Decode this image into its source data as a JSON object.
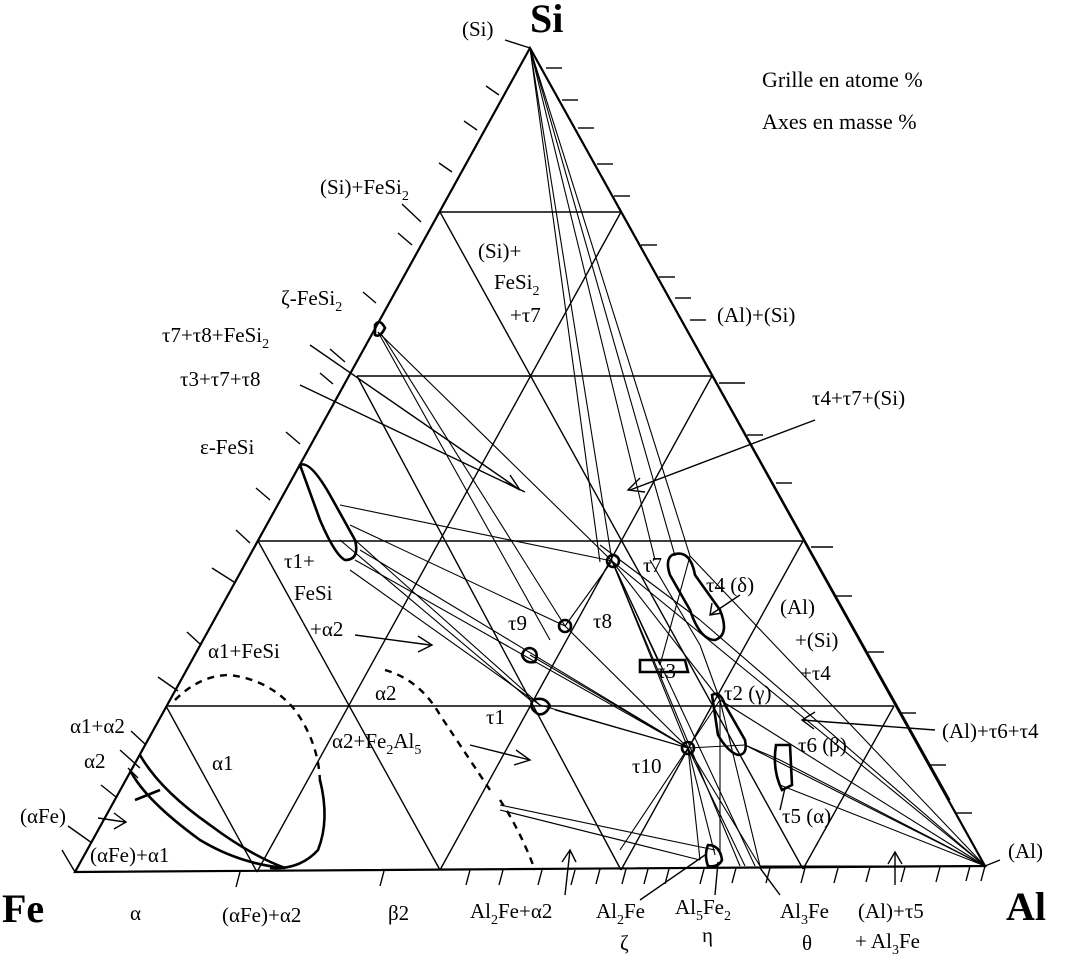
{
  "corners": {
    "si": "Si",
    "fe": "Fe",
    "al": "Al"
  },
  "notes": {
    "grid": "Grille en atome %",
    "axes": "Axes en masse %"
  },
  "labels": {
    "si_pure": "(Si)",
    "si_fesi2": "(Si)+FeSi",
    "si_fesi2_t7_a": "(Si)+",
    "si_fesi2_t7_b": "FeSi",
    "si_fesi2_t7_c": "+τ7",
    "al_si": "(Al)+(Si)",
    "zeta_fesi2": "ζ-FeSi",
    "t7_t8_fesi2": "τ7+τ8+FeSi",
    "t3_t7_t8": "τ3+τ7+τ8",
    "t4_t7_si": "τ4+τ7+(Si)",
    "eps_fesi": "ε-FeSi",
    "t1_fesi_a2_a": "τ1+",
    "t1_fesi_a2_b": "FeSi",
    "t1_fesi_a2_c": "+α2",
    "a1_fesi": "α1+FeSi",
    "t7": "τ7",
    "t4_delta": "τ4 (δ)",
    "t9": "τ9",
    "t8": "τ8",
    "al_si_t4_a": "(Al)",
    "al_si_t4_b": "+(Si)",
    "al_si_t4_c": "+τ4",
    "t3": "τ3",
    "a2_region": "α2",
    "t2_gamma": "τ2 (γ)",
    "a1_a2": "α1+α2",
    "t1": "τ1",
    "a2_left": "α2",
    "a1": "α1",
    "a2_fe2al5": "α2+Fe",
    "a2_fe2al5_sub": "2",
    "a2_fe2al5_mid": "Al",
    "a2_fe2al5_sub2": "5",
    "al_t6_t4": "(Al)+τ6+τ4",
    "t6_beta": "τ6 (β)",
    "t10": "τ10",
    "afe": "(αFe)",
    "t5_alpha": "τ5 (α)",
    "afe_a1": "(αFe)+α1",
    "al_pure": "(Al)",
    "bottom_alpha": "α",
    "bottom_afe_a2": "(αFe)+α2",
    "bottom_beta2": "β2",
    "bottom_al2fe_a2": "Al",
    "bottom_al2fe_a2_b": "Fe+α2",
    "bottom_al2fe": "Al",
    "bottom_al2fe_b": "Fe",
    "bottom_zeta": "ζ",
    "bottom_al5fe2": "Al",
    "bottom_al5fe2_b": "Fe",
    "bottom_eta": "η",
    "bottom_al3fe": "Al",
    "bottom_al3fe_b": "Fe",
    "bottom_theta": "θ",
    "bottom_al_t5": "(Al)+τ5",
    "bottom_al3fe_2": "+ Al",
    "bottom_al3fe_2b": "Fe",
    "sub_2": "2",
    "sub_3": "3",
    "sub_5": "5"
  }
}
